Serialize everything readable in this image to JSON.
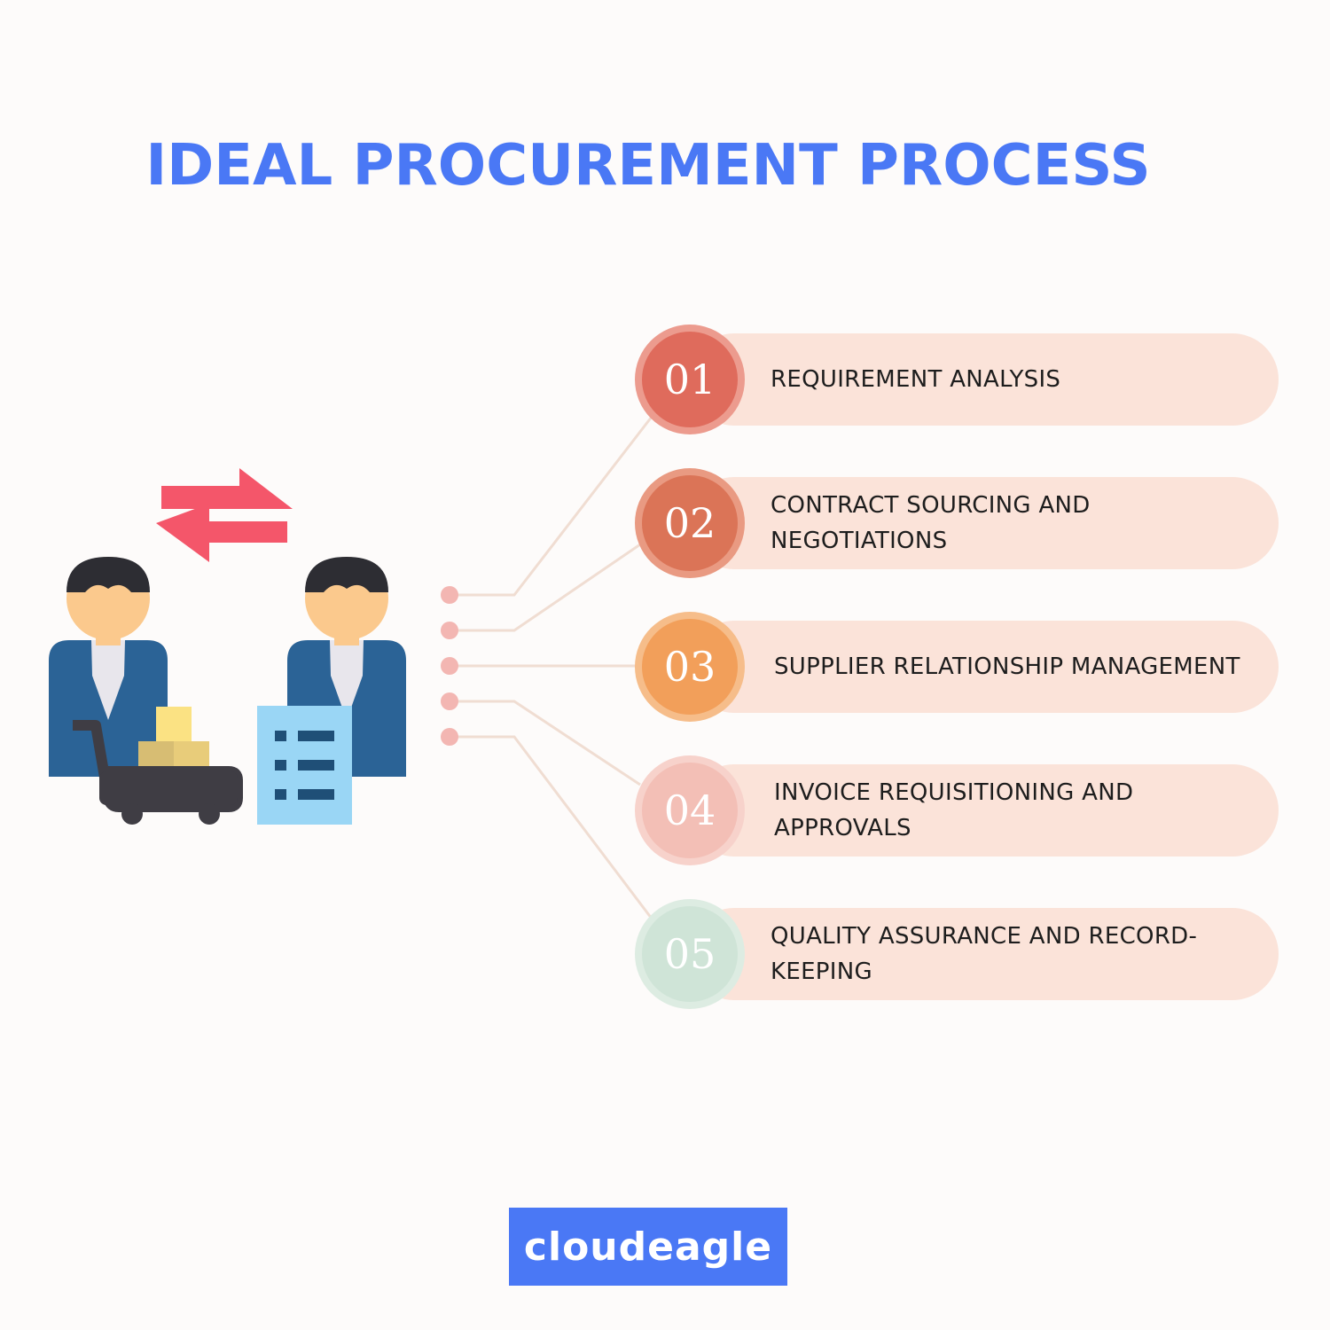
{
  "title": "IDEAL PROCUREMENT PROCESS",
  "steps": [
    {
      "number": "01",
      "label": "REQUIREMENT ANALYSIS",
      "color": "#df6b5c",
      "ring": "#ec9b8e"
    },
    {
      "number": "02",
      "label": "CONTRACT SOURCING AND NEGOTIATIONS",
      "color": "#db7457",
      "ring": "#e99a82"
    },
    {
      "number": "03",
      "label": "SUPPLIER RELATIONSHIP MANAGEMENT",
      "color": "#f29f5a",
      "ring": "#f6bd8a"
    },
    {
      "number": "04",
      "label": "INVOICE REQUISITIONING AND APPROVALS",
      "color": "#f3bfb6",
      "ring": "#f7d2cb"
    },
    {
      "number": "05",
      "label": "QUALITY ASSURANCE AND RECORD-KEEPING",
      "color": "#cfe4d7",
      "ring": "#ddece2"
    }
  ],
  "logo": {
    "text": "cloudeagle"
  },
  "colors": {
    "title": "#4a78f5",
    "pill": "#fbe3d9",
    "arrow": "#f4566a",
    "suit": "#2b6396",
    "skin": "#fbc98d",
    "hair": "#2d2d33",
    "document": "#9ad6f5",
    "cart": "#3f3d44"
  },
  "icons": [
    "exchange-arrows-icon",
    "buyer-person-icon",
    "supplier-person-icon",
    "shopping-cart-icon",
    "document-list-icon"
  ]
}
